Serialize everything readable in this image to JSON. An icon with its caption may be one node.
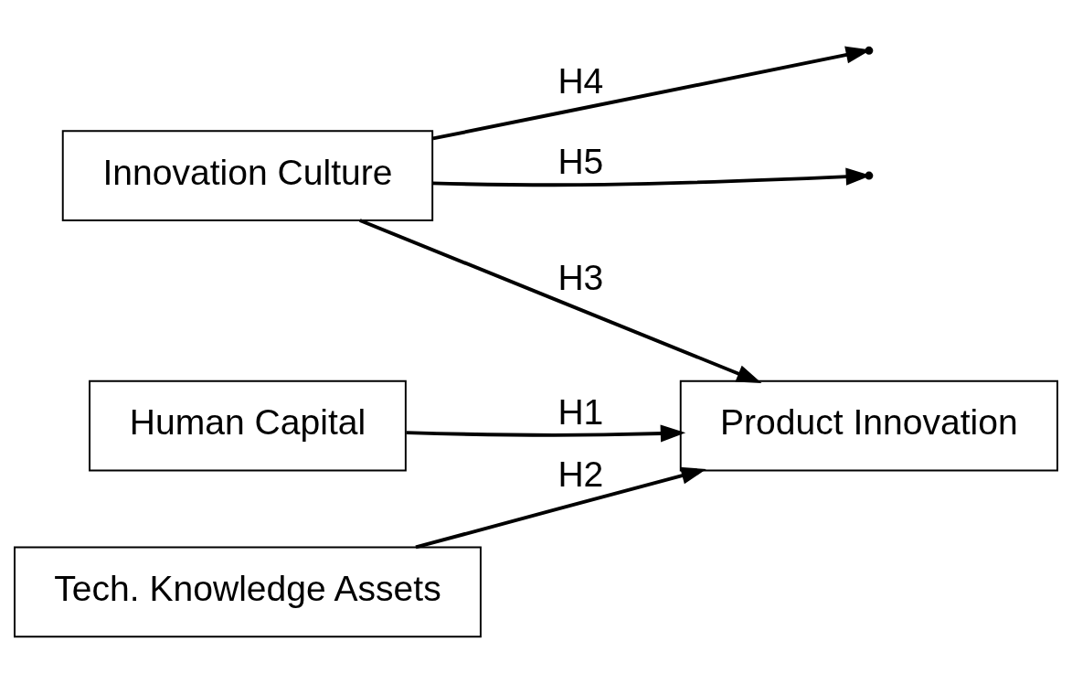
{
  "diagram": {
    "nodes": [
      {
        "text": [
          "Innovation Culture"
        ]
      },
      {
        "text": [
          "Human Capital"
        ]
      },
      {
        "text": [
          "Tech. Knowledge Assets"
        ]
      },
      {
        "text": [
          "Product Innovation"
        ]
      }
    ],
    "edges": [
      {
        "from": 1,
        "to": 3,
        "arrow": "to",
        "label": "H1"
      },
      {
        "from": 2,
        "to": 3,
        "arrow": "to",
        "label": "H2"
      },
      {
        "from": 0,
        "to": 3,
        "arrow": "to",
        "label": "H3"
      },
      {
        "from": 0,
        "to": null,
        "arrow": "to",
        "label": "H4"
      },
      {
        "from": 0,
        "to": null,
        "arrow": "to",
        "label": "H5"
      }
    ]
  }
}
